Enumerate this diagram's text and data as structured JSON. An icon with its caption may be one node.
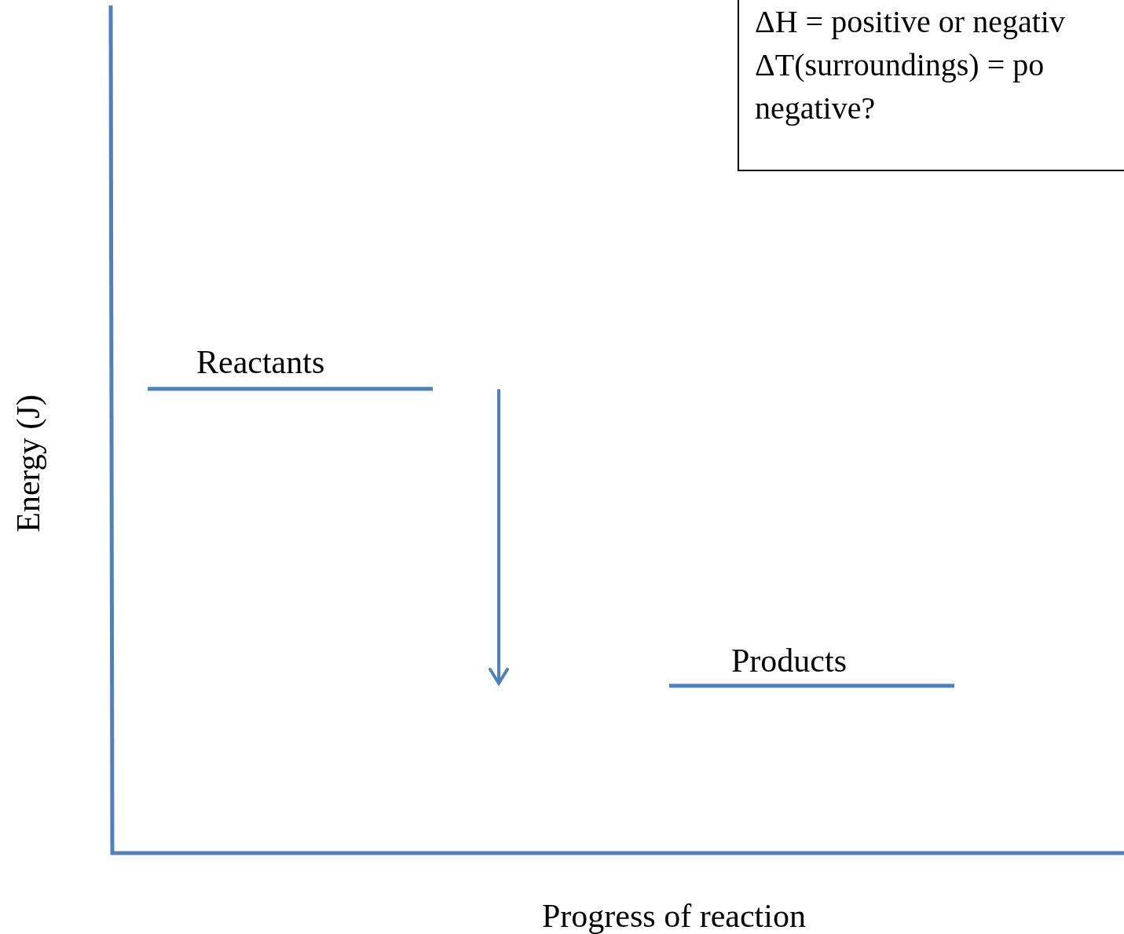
{
  "diagram": {
    "nodes": [
      {
        "text": [
          "ΔH = positive or negativ",
          "ΔT(surroundings) = po negative?"
        ]
      }
    ],
    "labels": [
      "Reactants",
      "Products",
      "Energy (J)",
      "Progress of reaction"
    ]
  }
}
